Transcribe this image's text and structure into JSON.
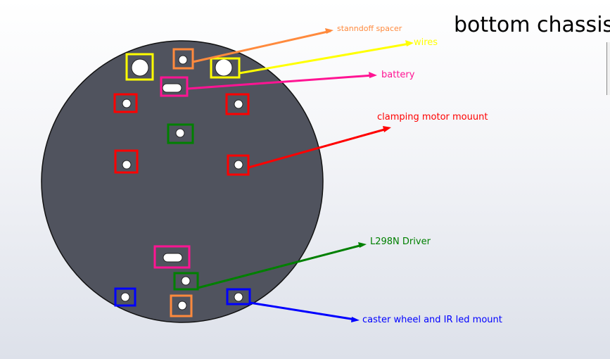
{
  "title": "bottom chassis",
  "labels": {
    "standoff": {
      "text": "stanndoff spacer",
      "color": "#ff8a3d"
    },
    "wires": {
      "text": "wires",
      "color": "#ffff00"
    },
    "battery": {
      "text": "battery",
      "color": "#ff1493"
    },
    "clamping_motor": {
      "text": "clamping motor mouunt",
      "color": "#ff0000"
    },
    "driver": {
      "text": "L298N Driver",
      "color": "#008000"
    },
    "caster": {
      "text": "caster wheel and IR led mount",
      "color": "#0000ff"
    }
  },
  "colors": {
    "plate": "#50535e",
    "hole": "#ffffff"
  }
}
